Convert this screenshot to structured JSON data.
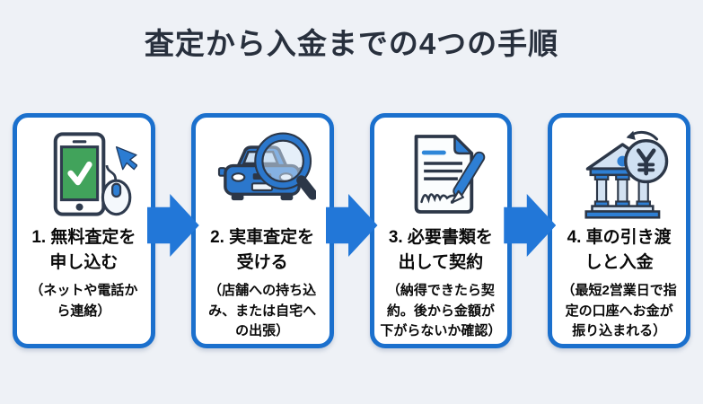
{
  "title": "査定から入金までの4つの手順",
  "colors": {
    "background": "#eef1f6",
    "card_border_blue": "#1b70cd",
    "arrow_blue": "#2277d8",
    "icon_blue": "#2b7cd2",
    "icon_light_blue": "#cfe0f2",
    "icon_outline_navy": "#2c3748",
    "phone_screen_green": "#41a35b",
    "title_text": "#28303d",
    "card_text": "#0a0a0a"
  },
  "steps": [
    {
      "icon": "smartphone-check-mouse-icon",
      "title": "1. 無料査定を\n申し込む",
      "subtitle": "（ネットや電話か\nら連絡）"
    },
    {
      "icon": "car-magnifier-icon",
      "title": "2. 実車査定を\n受ける",
      "subtitle": "（店舗への持ち込\nみ、または自宅へ\nの出張）"
    },
    {
      "icon": "contract-pen-icon",
      "title": "3. 必要書類を\n出して契約",
      "subtitle": "（納得できたら契\n約。後から金額が\n下がらないか確認）"
    },
    {
      "icon": "bank-yen-coin-icon",
      "title": "4. 車の引き渡\nしと入金",
      "subtitle": "（最短2営業日で指\n定の口座へお金が\n振り込まれる）"
    }
  ]
}
